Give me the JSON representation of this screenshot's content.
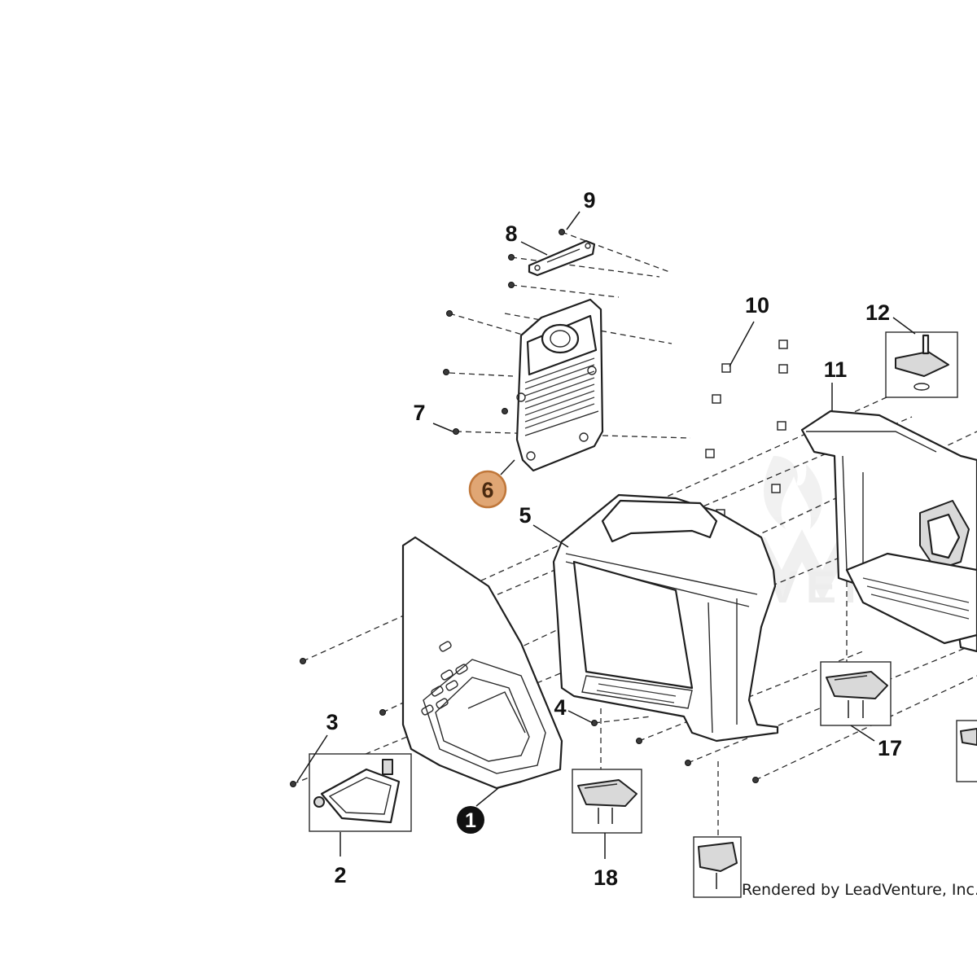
{
  "diagram": {
    "callouts": {
      "c1": "1",
      "c2": "2",
      "c3": "3",
      "c4": "4",
      "c5": "5",
      "c6": "6",
      "c7": "7",
      "c8": "8",
      "c9": "9",
      "c10": "10",
      "c11": "11",
      "c12": "12",
      "c17": "17",
      "c18": "18"
    },
    "highlighted_callout": "6",
    "highlight_color": "#e0a674",
    "highlight_stroke": "#c0773a",
    "credit": "Rendered by LeadVenture, Inc.",
    "watermark": "LEADVENTURE"
  }
}
